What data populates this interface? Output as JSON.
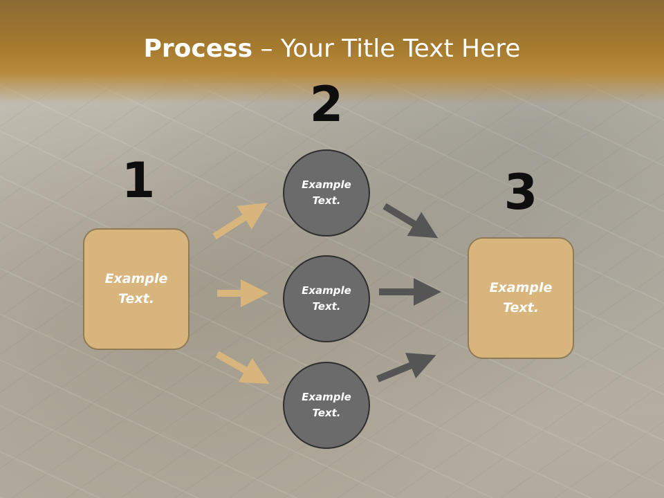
{
  "title": {
    "bold": "Process",
    "rest": " – Your Title Text Here"
  },
  "steps": [
    {
      "number": "1",
      "label": "Example Text."
    },
    {
      "number": "2",
      "items": [
        "Example Text.",
        "Example Text.",
        "Example Text."
      ]
    },
    {
      "number": "3",
      "label": "Example Text."
    }
  ],
  "colors": {
    "header": "#a57a2e",
    "box": "#d9b57e",
    "circle": "#6b6b6b",
    "arrow_light": "#d9b57e",
    "arrow_dark": "#555555"
  }
}
